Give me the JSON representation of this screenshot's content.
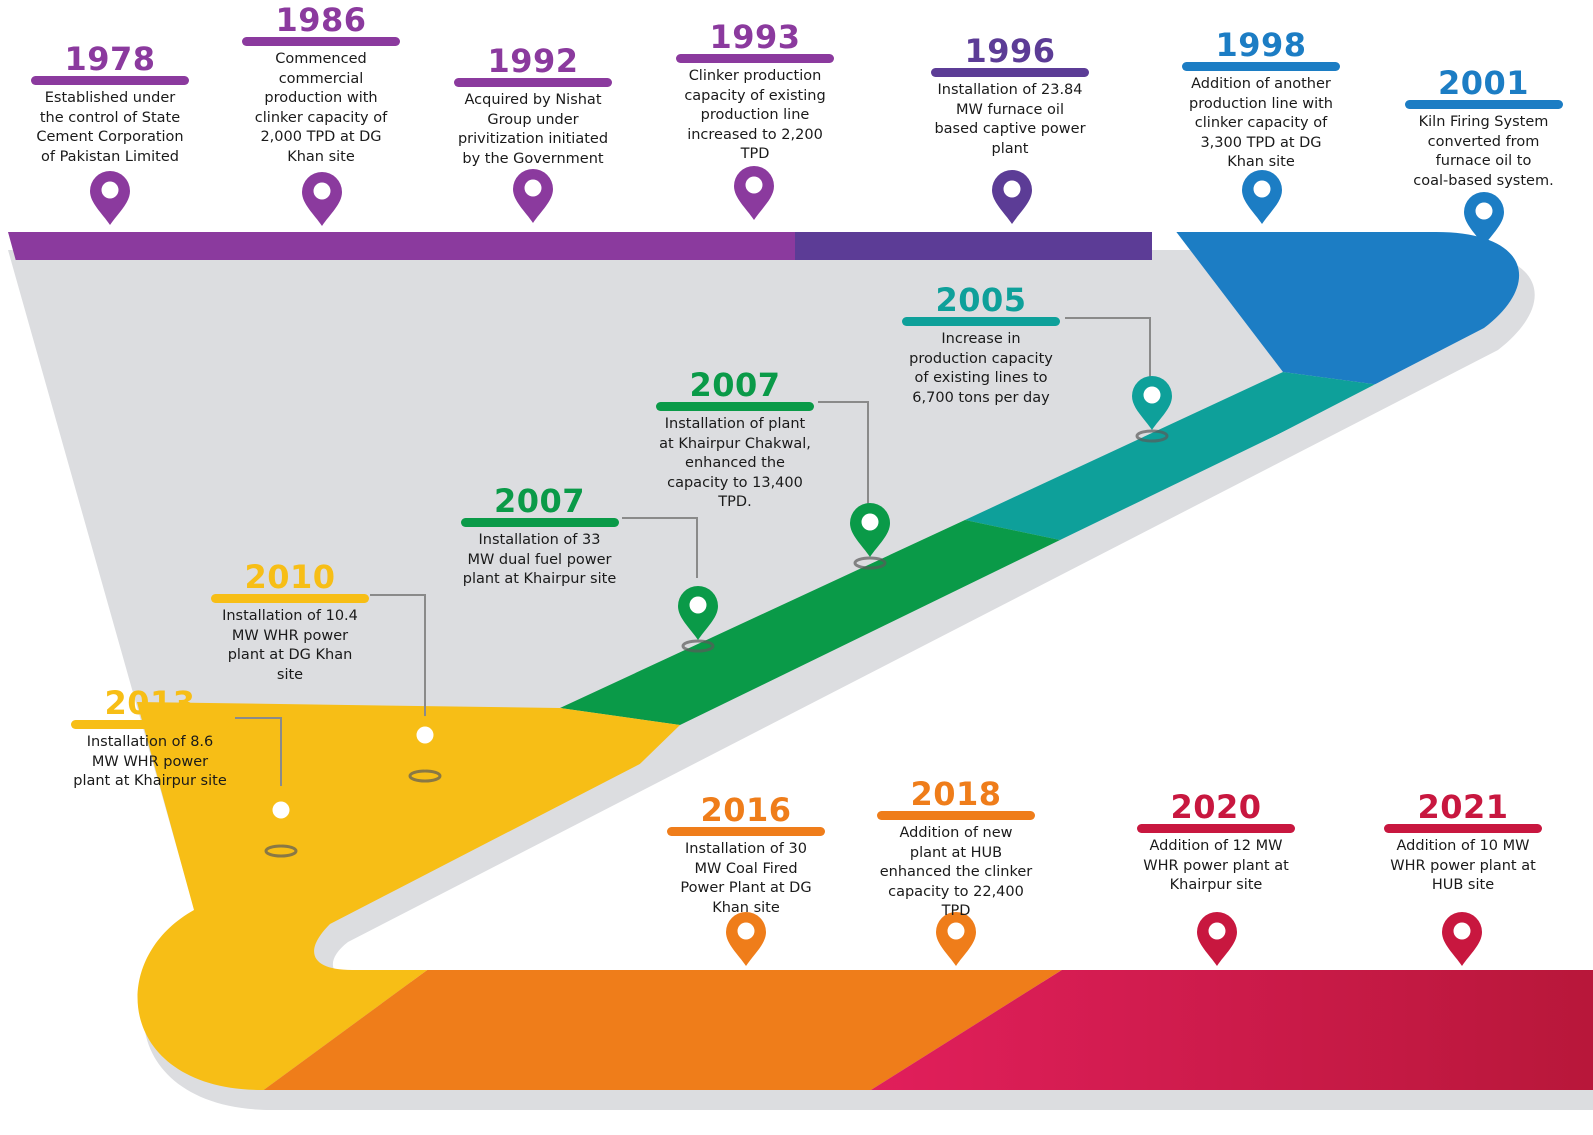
{
  "colors": {
    "purple": "#8B3A9E",
    "violet": "#5C3C96",
    "blue": "#1C7DC4",
    "teal": "#0EA09A",
    "green": "#0A9A48",
    "yellow": "#F7BE16",
    "orange": "#EF7D1A",
    "crimson": "#C8173F"
  },
  "milestones": [
    {
      "id": "m1978",
      "year": "1978",
      "color": "purple",
      "lines": [
        "Established under",
        "the control of State",
        "Cement Corporation",
        "of Pakistan Limited"
      ]
    },
    {
      "id": "m1986",
      "year": "1986",
      "color": "purple",
      "lines": [
        "Commenced",
        "commercial",
        "production with",
        "clinker capacity of",
        "2,000 TPD at DG",
        "Khan site"
      ]
    },
    {
      "id": "m1992",
      "year": "1992",
      "color": "purple",
      "lines": [
        "Acquired by Nishat",
        "Group under",
        "privitization initiated",
        "by the Government"
      ]
    },
    {
      "id": "m1993",
      "year": "1993",
      "color": "purple",
      "lines": [
        "Clinker production",
        "capacity of existing",
        "production line",
        "increased to 2,200",
        "TPD"
      ]
    },
    {
      "id": "m1996",
      "year": "1996",
      "color": "violet",
      "lines": [
        "Installation of 23.84",
        "MW furnace oil",
        "based captive power",
        "plant"
      ]
    },
    {
      "id": "m1998",
      "year": "1998",
      "color": "blue",
      "lines": [
        "Addition of another",
        "production line with",
        "clinker capacity of",
        "3,300 TPD at DG",
        "Khan site"
      ]
    },
    {
      "id": "m2001",
      "year": "2001",
      "color": "blue",
      "lines": [
        "Kiln Firing System",
        "converted from",
        "furnace oil to",
        "coal-based system."
      ]
    },
    {
      "id": "m2005",
      "year": "2005",
      "color": "teal",
      "lines": [
        "Increase in",
        "production capacity",
        "of existing lines to",
        "6,700 tons per day"
      ]
    },
    {
      "id": "m2007a",
      "year": "2007",
      "color": "green",
      "lines": [
        "Installation of plant",
        "at Khairpur Chakwal,",
        "enhanced the",
        "capacity to 13,400",
        "TPD."
      ]
    },
    {
      "id": "m2007b",
      "year": "2007",
      "color": "green",
      "lines": [
        "Installation of 33",
        "MW dual fuel power",
        "plant at Khairpur site"
      ]
    },
    {
      "id": "m2010",
      "year": "2010",
      "color": "yellow",
      "lines": [
        "Installation of 10.4",
        "MW WHR power",
        "plant at DG Khan",
        "site"
      ]
    },
    {
      "id": "m2013",
      "year": "2013",
      "color": "yellow",
      "lines": [
        "Installation of 8.6",
        "MW WHR power",
        "plant at Khairpur site"
      ]
    },
    {
      "id": "m2016",
      "year": "2016",
      "color": "orange",
      "lines": [
        "Installation of 30",
        "MW Coal Fired",
        "Power Plant at DG",
        "Khan site"
      ]
    },
    {
      "id": "m2018",
      "year": "2018",
      "color": "orange",
      "lines": [
        "Addition of new",
        "plant at HUB",
        "enhanced the clinker",
        "capacity to 22,400",
        "TPD"
      ]
    },
    {
      "id": "m2020",
      "year": "2020",
      "color": "crimson",
      "lines": [
        "Addition of 12 MW",
        "WHR power plant at",
        "Khairpur site"
      ]
    },
    {
      "id": "m2021",
      "year": "2021",
      "color": "crimson",
      "lines": [
        "Addition of 10 MW",
        "WHR power plant at",
        "HUB site"
      ]
    }
  ]
}
